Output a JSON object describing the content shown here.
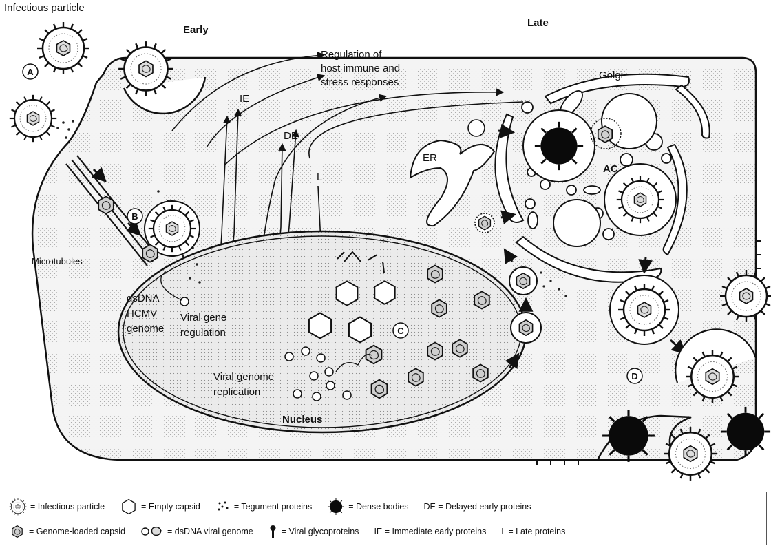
{
  "labels": {
    "infectious_particle": "Infectious particle",
    "early": "Early",
    "late": "Late",
    "regulation_line1": "Regulation of",
    "regulation_line2": "host immune and",
    "regulation_line3": "stress responses",
    "golgi": "Golgi",
    "ie": "IE",
    "de": "DE",
    "l": "L",
    "er": "ER",
    "ac": "AC",
    "microtubules": "Microtubules",
    "dsdna_line1": "dsDNA",
    "dsdna_line2": "HCMV",
    "dsdna_line3": "genome",
    "viral_gene_line1": "Viral gene",
    "viral_gene_line2": "regulation",
    "replication_line1": "Viral genome",
    "replication_line2": "replication",
    "nucleus": "Nucleus",
    "step_a": "A",
    "step_b": "B",
    "step_c": "C",
    "step_d": "D"
  },
  "legend": {
    "row1": [
      {
        "icon": "infectious-particle-icon",
        "text": "= Infectious particle"
      },
      {
        "icon": "empty-capsid-icon",
        "text": "= Empty capsid"
      },
      {
        "icon": "tegument-proteins-icon",
        "text": "= Tegument proteins"
      },
      {
        "icon": "dense-body-icon",
        "text": "= Dense bodies"
      },
      {
        "icon": "none",
        "text": "DE = Delayed early proteins"
      }
    ],
    "row2": [
      {
        "icon": "genome-loaded-capsid-icon",
        "text": "= Genome-loaded capsid"
      },
      {
        "icon": "dsdna-genome-icon",
        "text": "= dsDNA viral genome"
      },
      {
        "icon": "viral-glycoprotein-icon",
        "text": "= Viral glycoproteins"
      },
      {
        "icon": "none",
        "text": "IE = Immediate early proteins"
      },
      {
        "icon": "none",
        "text": "L = Late proteins"
      }
    ]
  },
  "colors": {
    "line": "#111111",
    "cell_fill": "#f3f3f3",
    "nucleus_fill": "#ececec",
    "dense": "#0a0a0a"
  }
}
